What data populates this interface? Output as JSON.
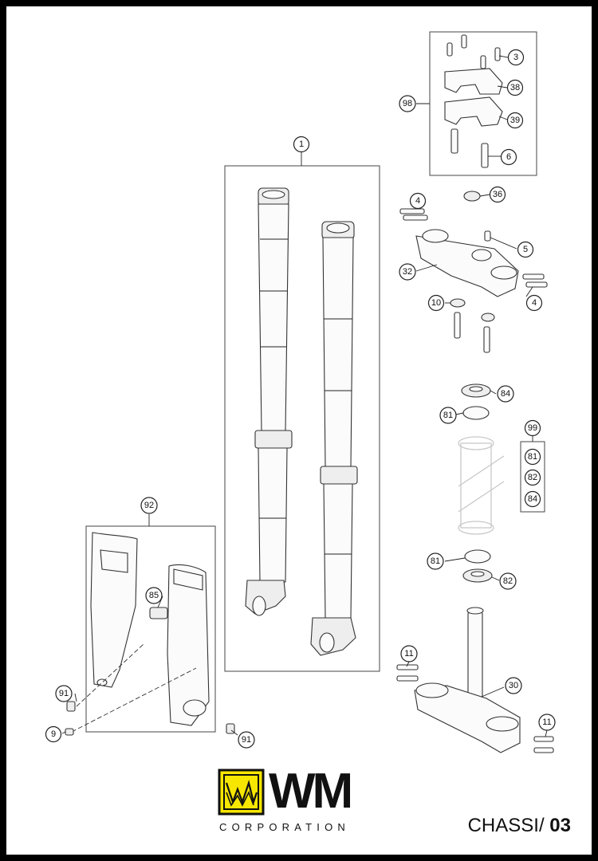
{
  "brand": {
    "logo_letters": "WM",
    "company_line": "CORPORATION",
    "accent_color": "#f7e600"
  },
  "sheet": {
    "section_label": "CHASSI/",
    "section_number": "03"
  },
  "callouts": {
    "c1": "1",
    "c3": "3",
    "c38": "38",
    "c39": "39",
    "c98": "98",
    "c6": "6",
    "c4a": "4",
    "c36": "36",
    "c5": "5",
    "c32": "32",
    "c4b": "4",
    "c10": "10",
    "c84a": "84",
    "c81a": "81",
    "c99": "99",
    "c81b": "81",
    "c82a": "82",
    "c84b": "84",
    "c81c": "81",
    "c82b": "82",
    "c92": "92",
    "c85": "85",
    "c91a": "91",
    "c9": "9",
    "c91b": "91",
    "c11a": "11",
    "c30": "30",
    "c11b": "11"
  }
}
